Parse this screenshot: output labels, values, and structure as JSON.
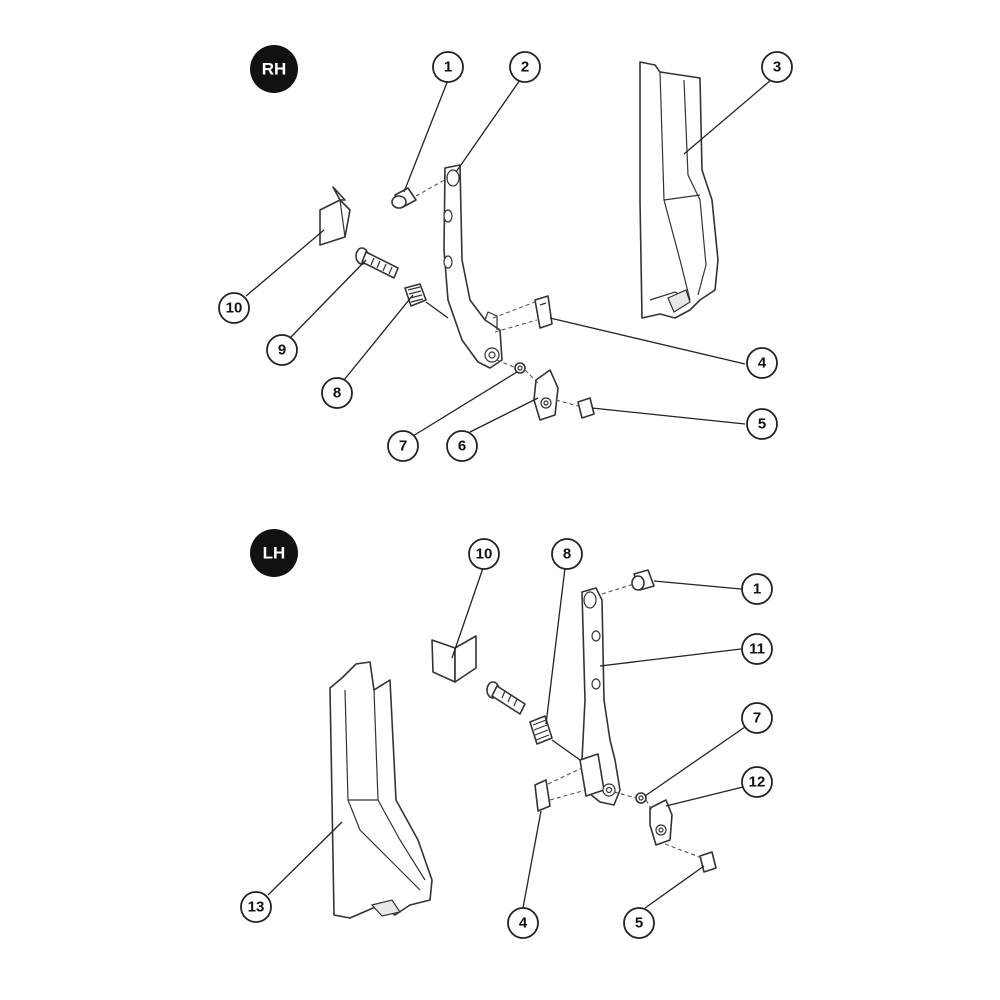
{
  "sections": {
    "rh": {
      "badge": "RH"
    },
    "lh": {
      "badge": "LH"
    }
  },
  "callouts": {
    "rh": [
      "1",
      "2",
      "3",
      "4",
      "5",
      "6",
      "7",
      "8",
      "9",
      "10"
    ],
    "lh": [
      "10",
      "8",
      "1",
      "11",
      "7",
      "12",
      "13",
      "4",
      "5"
    ]
  },
  "colors": {
    "badge": "#111111",
    "line": "#333333",
    "background": "#ffffff"
  }
}
